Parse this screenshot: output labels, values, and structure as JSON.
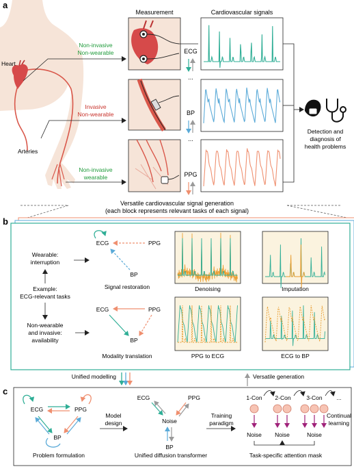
{
  "panel_a": {
    "letter": "a",
    "headers": {
      "measurement": "Measurement",
      "signals": "Cardiovascular signals"
    },
    "labels": {
      "heart": "Heart",
      "arteries": "Arteries",
      "ecg_path_1": "Non-invasive",
      "ecg_path_2": "Non-wearable",
      "bp_path_1": "Invasive",
      "bp_path_2": "Non-wearable",
      "ppg_path_1": "Non-invasive",
      "ppg_path_2": "wearable"
    },
    "signals": [
      "ECG",
      "BP",
      "PPG"
    ],
    "ellipsis": "...",
    "outcome": [
      "Detection and",
      "diagnosis of",
      "health problems"
    ]
  },
  "banner": {
    "line1": "Versatile cardiovascular signal generation",
    "line2": "(each block represents relevant tasks of each signal)"
  },
  "panel_b": {
    "letter": "b",
    "wearable": [
      "Wearable:",
      "interruption"
    ],
    "example": [
      "Example:",
      "ECG-relevant tasks"
    ],
    "nonwearable": [
      "Non-wearable",
      "and invasive:",
      "availability"
    ],
    "nodes": {
      "ecg": "ECG",
      "ppg": "PPG",
      "bp": "BP"
    },
    "signal_restoration": "Signal restoration",
    "modality_translation": "Modality translation",
    "thumbs": [
      "Denoising",
      "Imputation",
      "PPG to ECG",
      "ECG to BP"
    ]
  },
  "links": {
    "unified_modelling": "Unified modelling",
    "versatile_generation": "Versatile generation"
  },
  "panel_c": {
    "letter": "c",
    "nodes": {
      "ecg": "ECG",
      "ppg": "PPG",
      "bp": "BP",
      "noise": "Noise"
    },
    "model_design": [
      "Model",
      "design"
    ],
    "training_paradigm": [
      "Training",
      "paradigm"
    ],
    "problem_formulation": "Problem formulation",
    "unified_diffusion": "Unified diffusion transformer",
    "cons": [
      "1-Con",
      "2-Con",
      "3-Con"
    ],
    "ellipsis": "...",
    "continual": [
      "Continual",
      "learning"
    ],
    "attention_mask": "Task-specific attention mask"
  },
  "colors": {
    "teal": "#2fae96",
    "blue": "#5aaad8",
    "orange": "#ef8f6f",
    "green_text": "#1e9a3a",
    "red_text": "#c8332c",
    "skin": "#f6e4d8",
    "artery": "#d9574a"
  }
}
